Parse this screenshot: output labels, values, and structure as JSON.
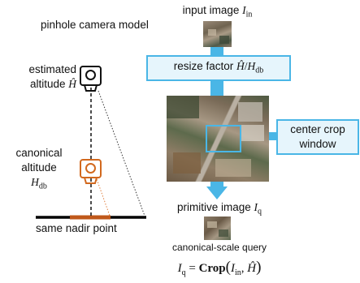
{
  "colors": {
    "accent_blue": "#4ab6e6",
    "box_fill": "#e6f5fc",
    "canonical_orange": "#d2691e",
    "ground_segment": "#c0581a",
    "black": "#000000"
  },
  "left_panel": {
    "model_title": "pinhole camera model",
    "estimated": {
      "line1": "estimated",
      "line2_prefix": "altitude",
      "symbol": "Ĥ"
    },
    "canonical": {
      "line1": "canonical",
      "line2": "altitude",
      "symbol": "H",
      "subscript": "db"
    },
    "ground_caption": "same nadir point"
  },
  "right_panel": {
    "input_label": "input image",
    "input_symbol": "I",
    "input_sub": "in",
    "resize_prefix": "resize factor",
    "resize_num": "Ĥ",
    "resize_den": "H",
    "resize_den_sub": "db",
    "crop_label_line1": "center crop",
    "crop_label_line2": "window",
    "primitive_label": "primitive image",
    "primitive_symbol": "I",
    "primitive_sub": "q",
    "query_caption": "canonical-scale query",
    "formula_lhs": "I",
    "formula_lhs_sub": "q",
    "formula_eq": " = ",
    "formula_func": "Crop",
    "formula_open": "(",
    "formula_arg1": "I",
    "formula_arg1_sub": "in",
    "formula_comma": ", ",
    "formula_arg2": "Ĥ",
    "formula_close": ")"
  }
}
